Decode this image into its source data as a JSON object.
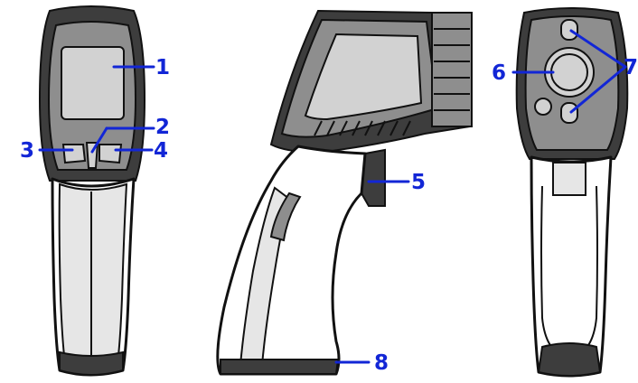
{
  "callouts": {
    "c1": "1",
    "c2": "2",
    "c3": "3",
    "c4": "4",
    "c5": "5",
    "c6": "6",
    "c7": "7",
    "c8": "8"
  },
  "colors": {
    "callout": "#1226d6",
    "outline": "#111111",
    "body_dark": "#3d3d3d",
    "body_mid": "#8e8e8e",
    "body_light": "#d2d2d2"
  }
}
